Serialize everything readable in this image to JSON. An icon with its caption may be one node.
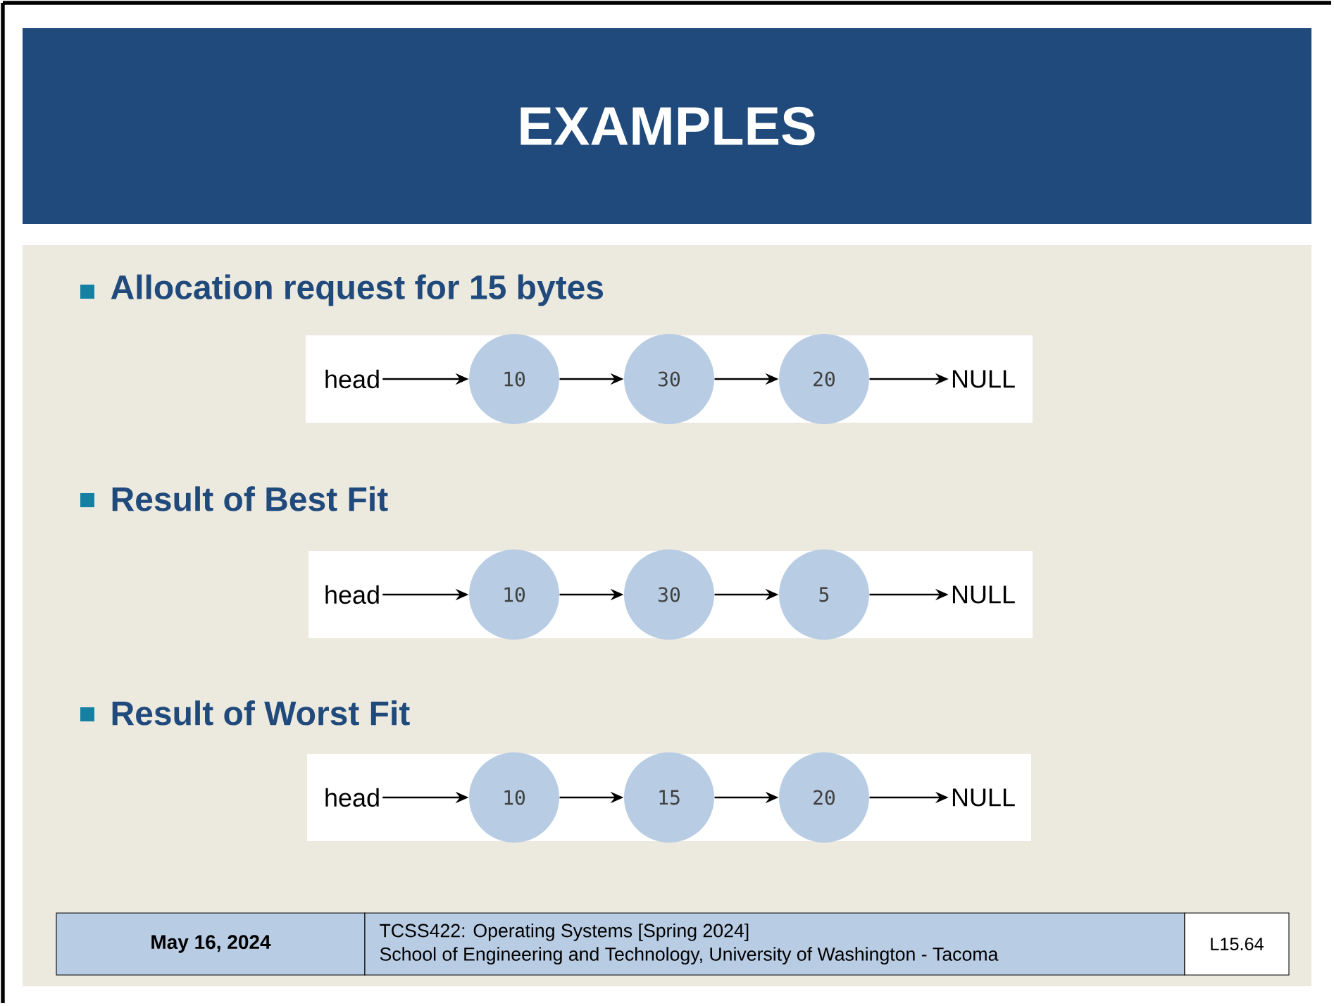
{
  "diagram": {
    "title": "EXAMPLES",
    "nodes": [
      {
        "text": [],
        "shape": "box"
      },
      {
        "text": [
          "head"
        ],
        "in": 0
      },
      {
        "text": [
          "10"
        ],
        "in": 0
      },
      {
        "text": [
          "30"
        ],
        "in": 0
      },
      {
        "text": [
          "20"
        ],
        "in": 0
      },
      {
        "text": [
          "NULL"
        ],
        "in": 0
      },
      {
        "text": [],
        "shape": "box"
      },
      {
        "text": [
          "head"
        ],
        "in": 6
      },
      {
        "text": [
          "10"
        ],
        "in": 6
      },
      {
        "text": [
          "30"
        ],
        "in": 6
      },
      {
        "text": [
          "5"
        ],
        "in": 6
      },
      {
        "text": [
          "NULL"
        ],
        "in": 6
      },
      {
        "text": [],
        "shape": "box"
      },
      {
        "text": [
          "head"
        ],
        "in": 12
      },
      {
        "text": [
          "10"
        ],
        "in": 12
      },
      {
        "text": [
          "15"
        ],
        "in": 12
      },
      {
        "text": [
          "20"
        ],
        "in": 12
      },
      {
        "text": [
          "NULL"
        ],
        "in": 12
      }
    ],
    "edges": [
      {
        "from": 1,
        "to": 2,
        "arrow": "to"
      },
      {
        "from": 2,
        "to": 3,
        "arrow": "to"
      },
      {
        "from": 3,
        "to": 4,
        "arrow": "to"
      },
      {
        "from": 4,
        "to": 5,
        "arrow": "to"
      },
      {
        "from": 7,
        "to": 8,
        "arrow": "to"
      },
      {
        "from": 8,
        "to": 9,
        "arrow": "to"
      },
      {
        "from": 9,
        "to": 10,
        "arrow": "to"
      },
      {
        "from": 10,
        "to": 11,
        "arrow": "to"
      },
      {
        "from": 13,
        "to": 14,
        "arrow": "to"
      },
      {
        "from": 14,
        "to": 15,
        "arrow": "to"
      },
      {
        "from": 15,
        "to": 16,
        "arrow": "to"
      },
      {
        "from": 16,
        "to": 17,
        "arrow": "to"
      }
    ],
    "labels": [
      "Allocation request for 15 bytes",
      "Result of Best Fit",
      "Result of Worst Fit",
      "May 16, 2024",
      "TCSS422: Operating Systems [Spring 2024]",
      "School of Engineering and Technology, University of Washington - Tacoma",
      "L15.64"
    ]
  }
}
